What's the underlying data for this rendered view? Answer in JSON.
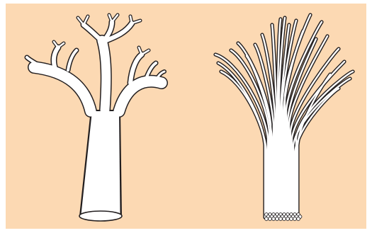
{
  "diagram": {
    "background_color": "#fcd9b3",
    "outline_color": "#231f20",
    "fill_color": "#ffffff",
    "figures": [
      {
        "id": "solid-trunk-tree",
        "style": "single solid outline"
      },
      {
        "id": "fibrous-strand-tree",
        "style": "bundle of parallel strands"
      }
    ]
  }
}
